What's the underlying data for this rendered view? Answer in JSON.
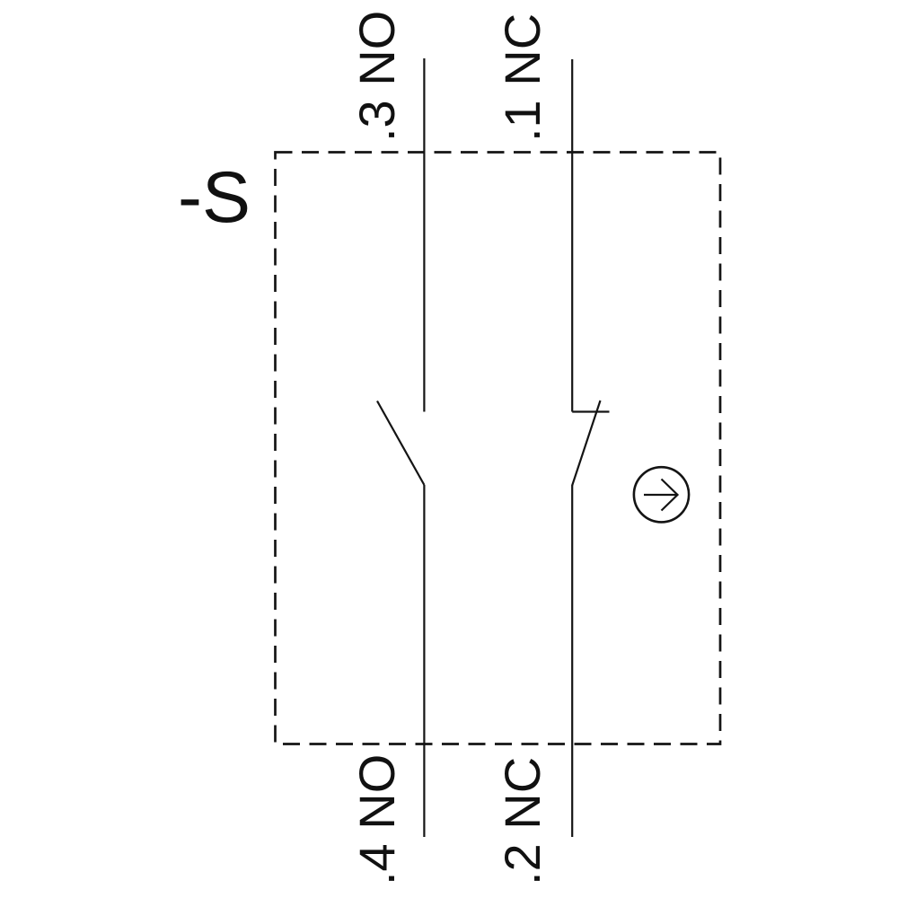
{
  "schematic": {
    "device_label": "-S",
    "contacts": [
      {
        "position": "left",
        "type": "NO",
        "top_terminal": ".3 NO",
        "bottom_terminal": ".4 NO"
      },
      {
        "position": "right",
        "type": "NC",
        "top_terminal": ".1 NC",
        "bottom_terminal": ".2 NC"
      }
    ],
    "icons": {
      "actuator": "arrow-right-circle-icon"
    },
    "colors": {
      "line": "#141414",
      "background": "#ffffff",
      "text": "#111111"
    }
  }
}
